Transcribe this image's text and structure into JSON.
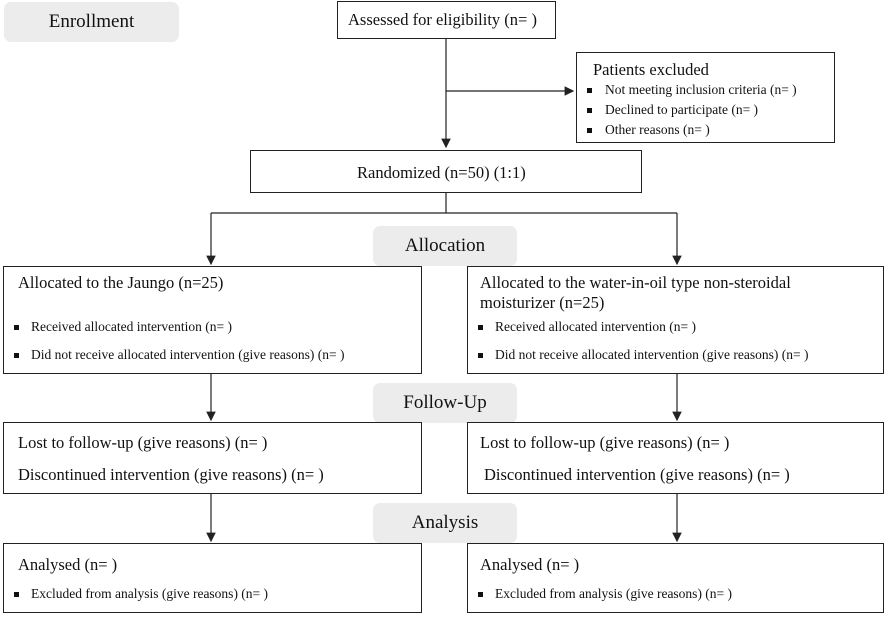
{
  "stages": {
    "enrollment": "Enrollment",
    "allocation": "Allocation",
    "follow_up": "Follow-Up",
    "analysis": "Analysis"
  },
  "eligibility": {
    "text": "Assessed for eligibility (n= )"
  },
  "excluded": {
    "title": "Patients excluded",
    "items": [
      "Not meeting inclusion criteria (n= )",
      "Declined to participate (n= )",
      "Other reasons (n= )"
    ]
  },
  "randomized": {
    "text": "Randomized (n=50) (1:1)"
  },
  "left_arm": {
    "allocation_title": "Allocated to the Jaungo  (n=25)",
    "allocation_items": [
      "Received allocated intervention (n= )",
      "Did not receive allocated intervention (give reasons) (n= )"
    ],
    "followup_lines": [
      "Lost to follow-up (give reasons) (n= )",
      "Discontinued intervention (give reasons) (n= )"
    ],
    "analysis_title": "Analysed (n= )",
    "analysis_items": [
      "Excluded from analysis (give reasons) (n= )"
    ]
  },
  "right_arm": {
    "allocation_title_line1": "Allocated to the water-in-oil type non-steroidal",
    "allocation_title_line2": "moisturizer (n=25)",
    "allocation_items": [
      "Received allocated intervention (n= )",
      "Did not receive allocated intervention (give reasons) (n= )"
    ],
    "followup_lines": [
      "Lost to follow-up (give reasons) (n= )",
      "Discontinued intervention (give reasons) (n= )"
    ],
    "analysis_title": "Analysed (n= )",
    "analysis_items": [
      "Excluded from analysis (give reasons) (n= )"
    ]
  }
}
